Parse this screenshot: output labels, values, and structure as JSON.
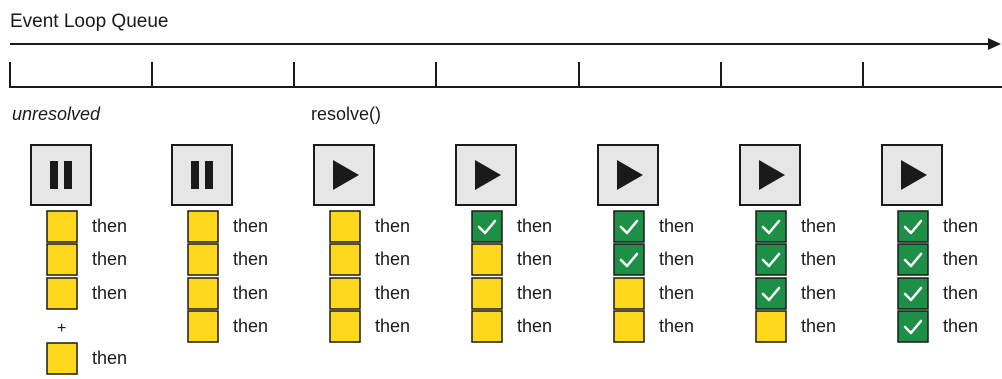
{
  "timeline": {
    "title": "Event Loop Queue"
  },
  "labels": {
    "unresolved": "unresolved",
    "resolve": "resolve()",
    "plus": "+"
  },
  "colors": {
    "pending": "#ffd71c",
    "fulfilled": "#1e8f47",
    "control_fill": "#e6e6e6",
    "stroke": "#1a1a1a"
  },
  "columns": [
    {
      "control": "pause-icon",
      "callbacks": [
        {
          "label": "then",
          "state": "pending"
        },
        {
          "label": "then",
          "state": "pending"
        },
        {
          "label": "then",
          "state": "pending"
        }
      ],
      "extra": {
        "label": "then",
        "state": "pending"
      }
    },
    {
      "control": "pause-icon",
      "callbacks": [
        {
          "label": "then",
          "state": "pending"
        },
        {
          "label": "then",
          "state": "pending"
        },
        {
          "label": "then",
          "state": "pending"
        },
        {
          "label": "then",
          "state": "pending"
        }
      ]
    },
    {
      "control": "play-icon",
      "callbacks": [
        {
          "label": "then",
          "state": "pending"
        },
        {
          "label": "then",
          "state": "pending"
        },
        {
          "label": "then",
          "state": "pending"
        },
        {
          "label": "then",
          "state": "pending"
        }
      ]
    },
    {
      "control": "play-icon",
      "callbacks": [
        {
          "label": "then",
          "state": "fulfilled"
        },
        {
          "label": "then",
          "state": "pending"
        },
        {
          "label": "then",
          "state": "pending"
        },
        {
          "label": "then",
          "state": "pending"
        }
      ]
    },
    {
      "control": "play-icon",
      "callbacks": [
        {
          "label": "then",
          "state": "fulfilled"
        },
        {
          "label": "then",
          "state": "fulfilled"
        },
        {
          "label": "then",
          "state": "pending"
        },
        {
          "label": "then",
          "state": "pending"
        }
      ]
    },
    {
      "control": "play-icon",
      "callbacks": [
        {
          "label": "then",
          "state": "fulfilled"
        },
        {
          "label": "then",
          "state": "fulfilled"
        },
        {
          "label": "then",
          "state": "fulfilled"
        },
        {
          "label": "then",
          "state": "pending"
        }
      ]
    },
    {
      "control": "play-icon",
      "callbacks": [
        {
          "label": "then",
          "state": "fulfilled"
        },
        {
          "label": "then",
          "state": "fulfilled"
        },
        {
          "label": "then",
          "state": "fulfilled"
        },
        {
          "label": "then",
          "state": "fulfilled"
        }
      ]
    }
  ]
}
